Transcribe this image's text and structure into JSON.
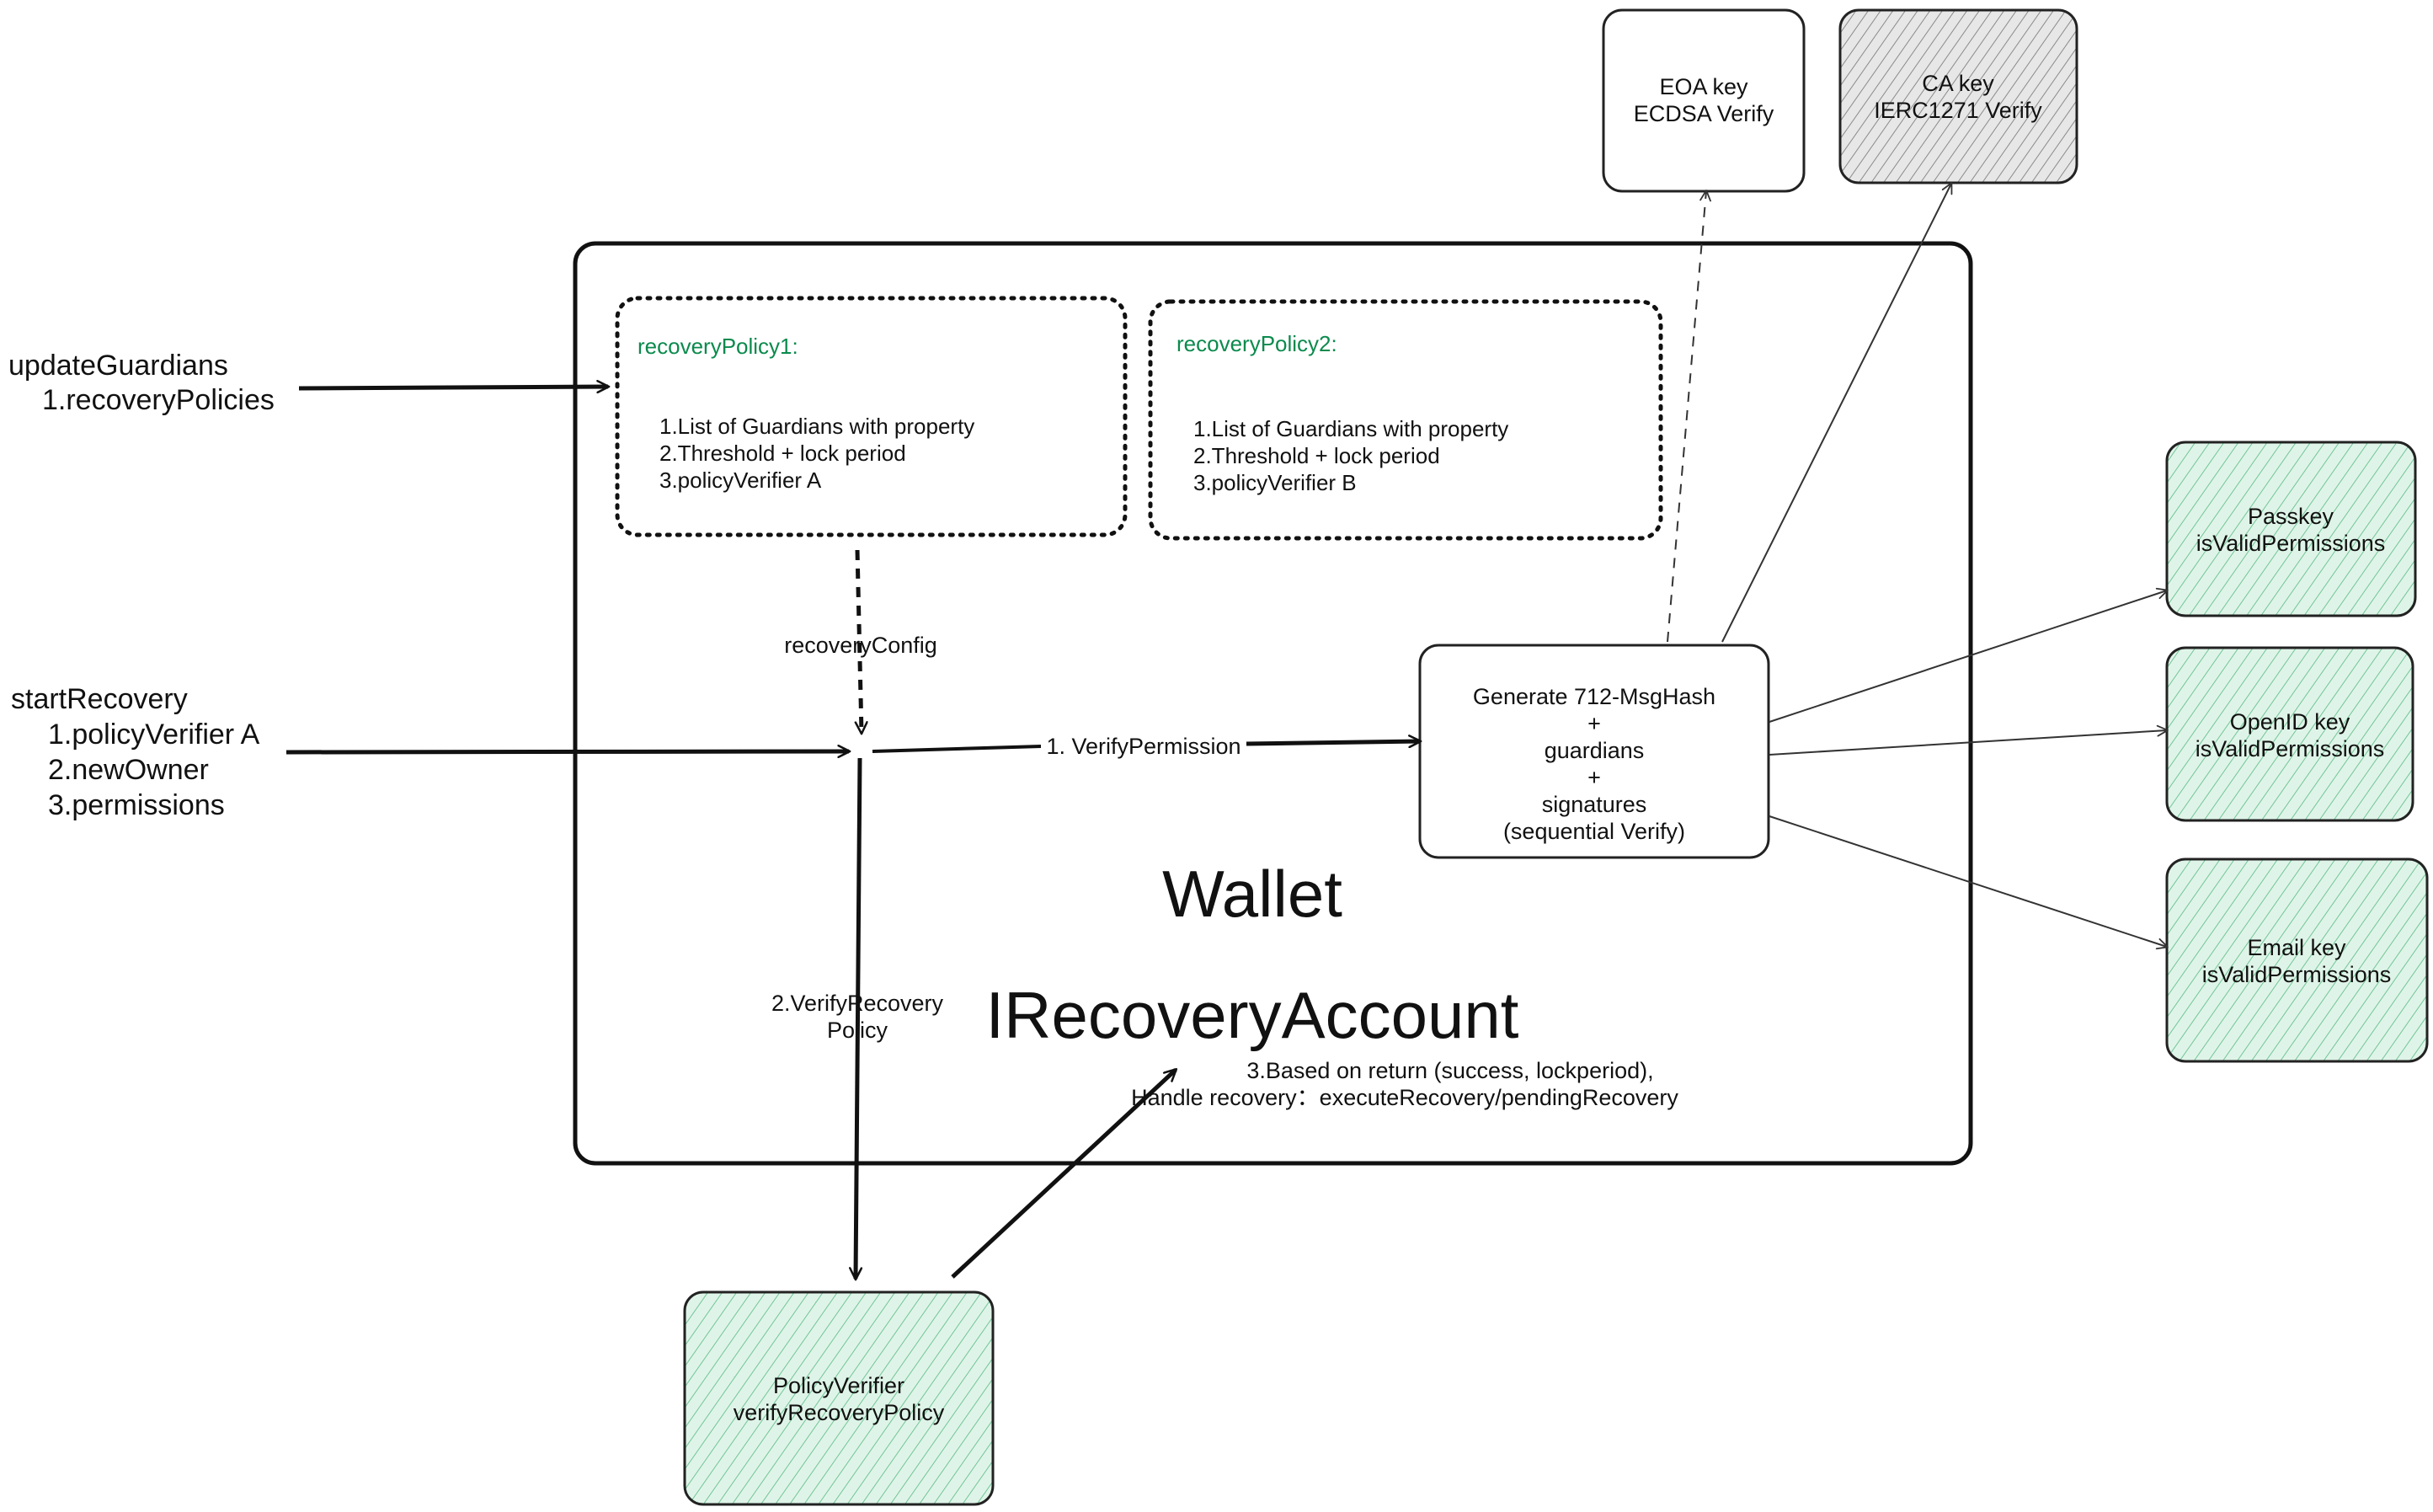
{
  "left_labels": {
    "update_guardians": {
      "title": "updateGuardians",
      "item1": "1.recoveryPolicies"
    },
    "start_recovery": {
      "title": "startRecovery",
      "item1": "1.policyVerifier A",
      "item2": "2.newOwner",
      "item3": "3.permissions"
    }
  },
  "wallet": {
    "title": "Wallet",
    "interface": "IRecoveryAccount"
  },
  "policies": [
    {
      "title": "recoveryPolicy1:",
      "line1": "1.List of Guardians with property",
      "line2": "2.Threshold + lock period",
      "line3": "3.policyVerifier A"
    },
    {
      "title": "recoveryPolicy2:",
      "line1": "1.List of Guardians with property",
      "line2": "2.Threshold + lock period",
      "line3": "3.policyVerifier B"
    }
  ],
  "flow_labels": {
    "recovery_config": "recoveryConfig",
    "verify_permission": "1. VerifyPermission",
    "verify_recovery_policy_line1": "2.VerifyRecovery",
    "verify_recovery_policy_line2": "Policy",
    "handle_recovery_line1": "3.Based on return (success, lockperiod),",
    "handle_recovery_line2": "Handle recovery：executeRecovery/pendingRecovery"
  },
  "message_box": {
    "line1": "Generate 712-MsgHash",
    "line2": "+",
    "line3": "guardians",
    "line4": "+",
    "line5": "signatures",
    "line6": "(sequential Verify)"
  },
  "verifiers": {
    "eoa": {
      "line1": "EOA key",
      "line2": "ECDSA Verify"
    },
    "ca": {
      "line1": "CA key",
      "line2": "IERC1271 Verify"
    },
    "passkey": {
      "line1": "Passkey",
      "line2": "isValidPermissions"
    },
    "openid": {
      "line1": "OpenID key",
      "line2": "isValidPermissions"
    },
    "email": {
      "line1": "Email key",
      "line2": "isValidPermissions"
    }
  },
  "policy_verifier": {
    "line1": "PolicyVerifier",
    "line2": "verifyRecoveryPolicy"
  },
  "colors": {
    "green_fill": "#dff4e8",
    "green_hatch": "#72c597",
    "policy_title": "#0b8a4d",
    "gray_fill": "#e7e7e7",
    "gray_hatch": "#8a8a8a",
    "stroke": "#111111"
  }
}
